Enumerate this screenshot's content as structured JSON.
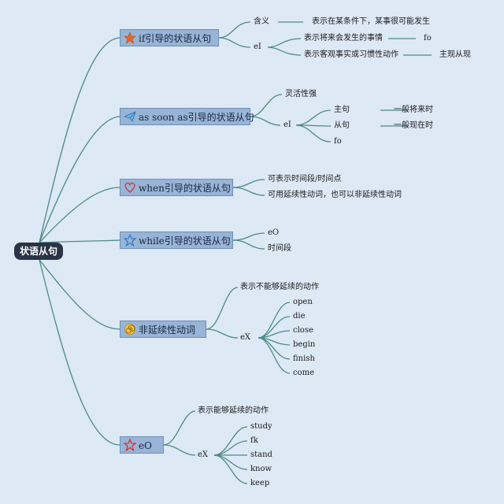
{
  "root": "状语从句",
  "if": {
    "title": "if引导的状语从句",
    "meaning_label": "含义",
    "meaning_text": "表示在某条件下，某事很可能发生",
    "ei_label": "eI",
    "ei_items": [
      {
        "text": "表示将来会发生的事情",
        "note": "fo"
      },
      {
        "text": "表示客观事实或习惯性动作",
        "note": "主现从现"
      }
    ]
  },
  "assoonas": {
    "title": "as soon as引导的状语从句",
    "flex": "灵活性强",
    "ei_label": "eI",
    "items": [
      {
        "text": "主句",
        "note": "一般将来时"
      },
      {
        "text": "从句",
        "note": "一般现在时"
      },
      {
        "text": "fo",
        "note": ""
      }
    ]
  },
  "when": {
    "title": "when引导的状语从句",
    "items": [
      "可表示时间段/时间点",
      "可用延续性动词，也可以非延续性动词"
    ]
  },
  "while": {
    "title": "while引导的状语从句",
    "items": [
      "eO",
      "时间段"
    ]
  },
  "nondur": {
    "title": "非延续性动词",
    "desc": "表示不能够延续的动作",
    "ex_label": "eX",
    "words": [
      "open",
      "die",
      "close",
      "begin",
      "finish",
      "come"
    ]
  },
  "eo": {
    "title": "eO",
    "desc": "表示能够延续的动作",
    "ex_label": "eX",
    "words": [
      "study",
      "fk",
      "stand",
      "know",
      "keep"
    ]
  },
  "colors": {
    "link": "#4d8a8a",
    "root": "#2b3446",
    "box": "#98b4d6",
    "bg": "#dde9f5"
  },
  "icons": [
    "star-icon",
    "paper-plane-icon",
    "heart-icon",
    "star-outline-icon",
    "spiral-icon",
    "star-outline-red-icon"
  ]
}
